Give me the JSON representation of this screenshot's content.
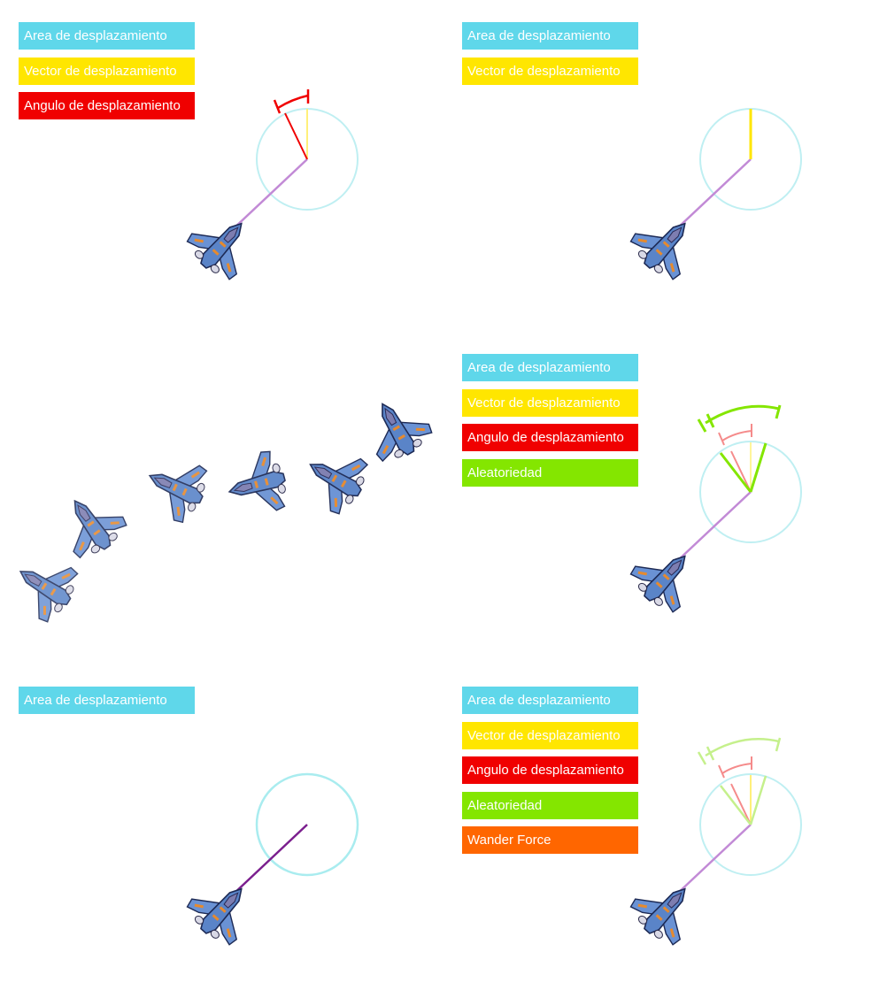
{
  "colors": {
    "area": "#5fd7ea",
    "vector": "#ffe600",
    "angle": "#f00000",
    "randomness": "#84e600",
    "wander_force": "#ff6600",
    "travel_path": "#c28ad6",
    "circle": "#bfeff2"
  },
  "panels": [
    {
      "id": "top-left",
      "legend": [
        "Area de desplazamiento",
        "Vector de desplazamiento",
        "Angulo de desplazamiento"
      ]
    },
    {
      "id": "top-right",
      "legend": [
        "Area de desplazamiento",
        "Vector de desplazamiento"
      ]
    },
    {
      "id": "middle-right",
      "legend": [
        "Area de desplazamiento",
        "Vector de desplazamiento",
        "Angulo de desplazamiento",
        "Aleatoriedad"
      ]
    },
    {
      "id": "bottom-left",
      "legend": [
        "Area de desplazamiento"
      ]
    },
    {
      "id": "bottom-right",
      "legend": [
        "Area de desplazamiento",
        "Vector de desplazamiento",
        "Angulo de desplazamiento",
        "Aleatoriedad",
        "Wander Force"
      ]
    }
  ],
  "icons": {
    "ship": "spaceship-icon"
  }
}
